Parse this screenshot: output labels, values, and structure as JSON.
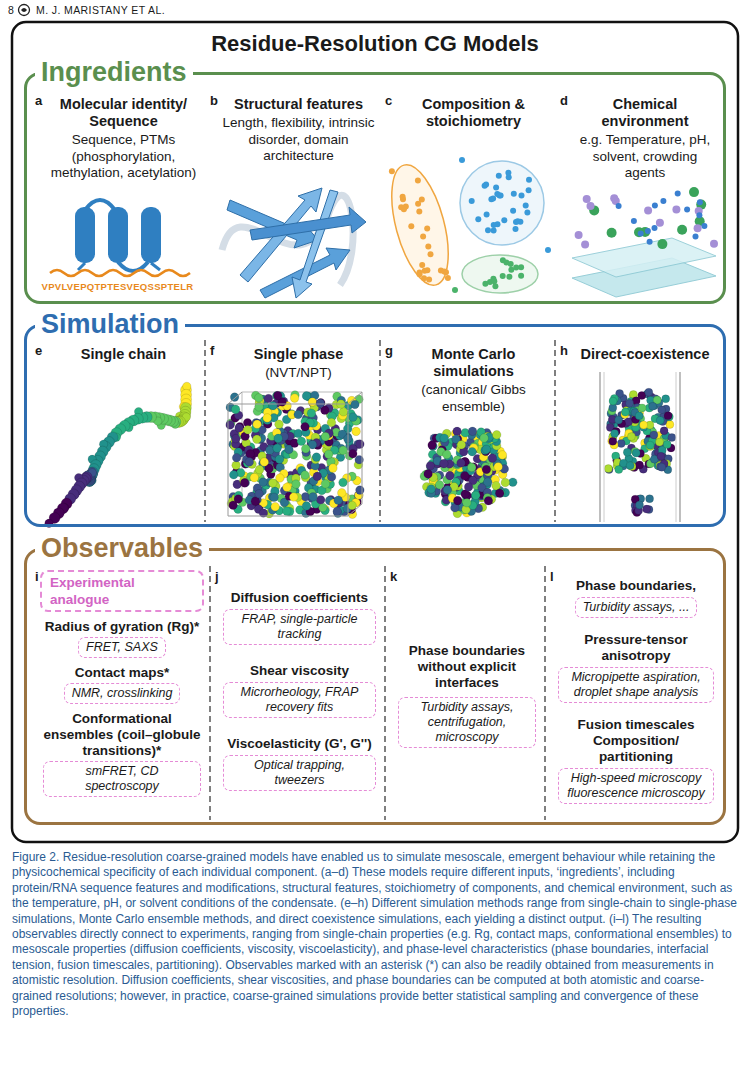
{
  "diagram": {
    "title": "Residue-Resolution CG Models",
    "caption": "Figure 2. Residue-resolution coarse-grained models have enabled us to simulate mesoscale, emergent behaviour while retaining the physicochemical specificity of each individual component. (a–d) These models require different inputs, ‘ingredients’, including protein/RNA sequence features and modifications, structural features, stoichiometry of components, and chemical environment, such as the temperature, pH, or solvent conditions of the condensate. (e–h) Different simulation methods range from single-chain to single-phase simulations, Monte Carlo ensemble methods, and direct coexistence simulations, each yielding a distinct output. (i–l) The resulting observables directly connect to experiments, ranging from single-chain properties (e.g. Rg, contact maps, conformational ensembles) to mesoscale properties (diffusion coefficients, viscosity, viscoelasticity), and phase-level characteristics (phase boundaries, interfacial tension, fusion timescales, partitioning). Observables marked with an asterisk (*) can also be readily obtained from measurements in atomistic resolution. Diffusion coefficients, shear viscosities, and phase boundaries can be computed at both atomistic and coarse-grained resolutions; however, in practice, coarse-grained simulations provide better statistical sampling and convergence of these properties.",
    "nodes": [
      {
        "text": [
          "Ingredients"
        ]
      },
      {
        "text": [
          "a",
          "Molecular identity/ Sequence",
          "Sequence, PTMs (phosphorylation, methylation, acetylation)",
          "VPVLVEPQTPTESVEQSSPTELR"
        ],
        "in": 0
      },
      {
        "text": [
          "b",
          "Structural features",
          "Length, flexibility, intrinsic disorder, domain architecture"
        ],
        "in": 0
      },
      {
        "text": [
          "c",
          "Composition & stoichiometry"
        ],
        "in": 0
      },
      {
        "text": [
          "d",
          "Chemical environment",
          "e.g. Temperature, pH, solvent, crowding agents"
        ],
        "in": 0
      },
      {
        "text": [
          "Simulation"
        ]
      },
      {
        "text": [
          "e",
          "Single chain"
        ],
        "in": 5
      },
      {
        "text": [
          "f",
          "Single phase",
          "(NVT/NPT)"
        ],
        "in": 5
      },
      {
        "text": [
          "g",
          "Monte Carlo simulations",
          "(canonical/ Gibbs ensemble)"
        ],
        "in": 5
      },
      {
        "text": [
          "h",
          "Direct-coexistence"
        ],
        "in": 5
      },
      {
        "text": [
          "Observables"
        ]
      },
      {
        "text": [
          "i",
          "Radius of gyration (Rg)*",
          "Contact maps*",
          "Conformational ensembles (coil–globule transitions)*"
        ],
        "in": 10
      },
      {
        "text": [
          "Experimental analogue"
        ],
        "in": 11
      },
      {
        "text": [
          "FRET, SAXS"
        ],
        "in": 11
      },
      {
        "text": [
          "NMR, crosslinking"
        ],
        "in": 11
      },
      {
        "text": [
          "smFRET, CD spectroscopy"
        ],
        "in": 11
      },
      {
        "text": [
          "j",
          "Diffusion coefficients",
          "Shear viscosity",
          "Viscoelasticity (G', G'')"
        ],
        "in": 10
      },
      {
        "text": [
          "FRAP, single-particle tracking"
        ],
        "in": 16
      },
      {
        "text": [
          "Microrheology, FRAP recovery fits"
        ],
        "in": 16
      },
      {
        "text": [
          "Optical trapping, tweezers"
        ],
        "in": 16
      },
      {
        "text": [
          "k",
          "Phase boundaries without explicit interfaces"
        ],
        "in": 10
      },
      {
        "text": [
          "Turbidity assays, centrifugation, microscopy"
        ],
        "in": 20
      },
      {
        "text": [
          "l",
          "Phase boundaries,",
          "Pressure-tensor anisotropy",
          "Fusion timescales Composition/ partitioning"
        ],
        "in": 10
      },
      {
        "text": [
          "Turbidity assays, ..."
        ],
        "in": 22
      },
      {
        "text": [
          "Micropipette aspiration, droplet shape analysis"
        ],
        "in": 22
      },
      {
        "text": [
          "High-speed microscopy fluorescence microscopy"
        ],
        "in": 22
      }
    ],
    "labels": [
      "8",
      "M. J. MARISTANY ET AL."
    ]
  }
}
